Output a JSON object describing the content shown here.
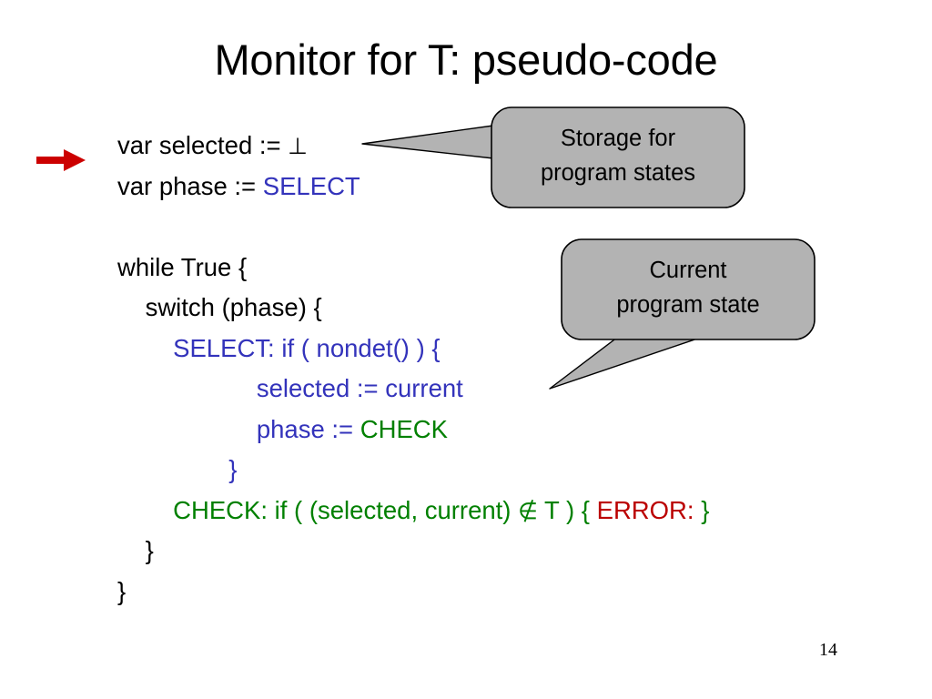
{
  "slide": {
    "title": "Monitor for T: pseudo-code",
    "page_number": "14",
    "background_color": "#ffffff"
  },
  "colors": {
    "black": "#000000",
    "blue": "#3333bb",
    "green": "#008000",
    "red": "#bb0000",
    "callout_fill": "#b3b3b3",
    "callout_stroke": "#000000",
    "arrow": "#cc0000"
  },
  "bullet_arrow": {
    "icon": "right-arrow-icon",
    "color": "#cc0000",
    "points_at_line": 0
  },
  "code": {
    "lines": [
      {
        "id": "line-var-selected",
        "indent": 0,
        "segments": [
          {
            "text": "var selected := ",
            "color": "black"
          },
          {
            "text": "⊥",
            "color": "black",
            "symbol": true
          }
        ]
      },
      {
        "id": "line-var-phase",
        "indent": 0,
        "segments": [
          {
            "text": "var phase := ",
            "color": "black"
          },
          {
            "text": "SELECT",
            "color": "blue"
          }
        ]
      },
      {
        "id": "line-blank-1",
        "indent": 0,
        "segments": []
      },
      {
        "id": "line-while-true",
        "indent": 0,
        "segments": [
          {
            "text": "while True {",
            "color": "black"
          }
        ]
      },
      {
        "id": "line-switch-phase",
        "indent": 1,
        "segments": [
          {
            "text": "switch (phase) {",
            "color": "black"
          }
        ]
      },
      {
        "id": "line-case-select",
        "indent": 2,
        "segments": [
          {
            "text": "SELECT: if ( nondet() ) {",
            "color": "blue"
          }
        ]
      },
      {
        "id": "line-selected-assign",
        "indent": 5,
        "segments": [
          {
            "text": "selected := current",
            "color": "blue"
          }
        ]
      },
      {
        "id": "line-phase-assign",
        "indent": 5,
        "segments": [
          {
            "text": "phase := ",
            "color": "blue"
          },
          {
            "text": "CHECK",
            "color": "green"
          }
        ]
      },
      {
        "id": "line-close-if",
        "indent": 4,
        "segments": [
          {
            "text": "}",
            "color": "blue"
          }
        ]
      },
      {
        "id": "line-case-check",
        "indent": 2,
        "segments": [
          {
            "text": "CHECK: if ( (selected, current) ",
            "color": "green"
          },
          {
            "text": "∉",
            "color": "green",
            "symbol": true
          },
          {
            "text": " T ) { ",
            "color": "green"
          },
          {
            "text": "ERROR:",
            "color": "red"
          },
          {
            "text": " }",
            "color": "green"
          }
        ]
      },
      {
        "id": "line-close-switch",
        "indent": 1,
        "segments": [
          {
            "text": "}",
            "color": "black"
          }
        ]
      },
      {
        "id": "line-close-while",
        "indent": 0,
        "segments": [
          {
            "text": "}",
            "color": "black"
          }
        ]
      }
    ]
  },
  "callouts": [
    {
      "id": "callout-storage",
      "line1": "Storage for",
      "line2": "program states",
      "tail_direction": "left",
      "points_to": "var selected := ⊥"
    },
    {
      "id": "callout-current",
      "line1": "Current",
      "line2": "program state",
      "tail_direction": "down-left",
      "points_to": "selected := current"
    }
  ]
}
